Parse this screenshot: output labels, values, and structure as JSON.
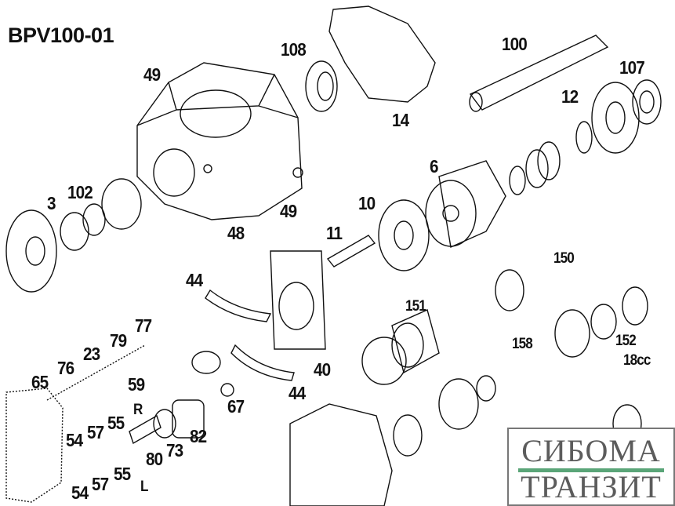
{
  "title": "BPV100-01",
  "callouts": [
    "108",
    "49",
    "100",
    "107",
    "12",
    "14",
    "6",
    "3",
    "102",
    "10",
    "49",
    "48",
    "11",
    "150",
    "44",
    "151",
    "77",
    "79",
    "23",
    "158",
    "152",
    "18cc",
    "76",
    "40",
    "65",
    "59",
    "44",
    "67",
    "R",
    "55",
    "57",
    "82",
    "54",
    "73",
    "80",
    "55",
    "L",
    "57",
    "54"
  ],
  "logo": {
    "line1": "СИБОМА",
    "line2": "ТРАНЗИТ",
    "accent": "#5aa578",
    "text_color": "#5c5c5c"
  }
}
